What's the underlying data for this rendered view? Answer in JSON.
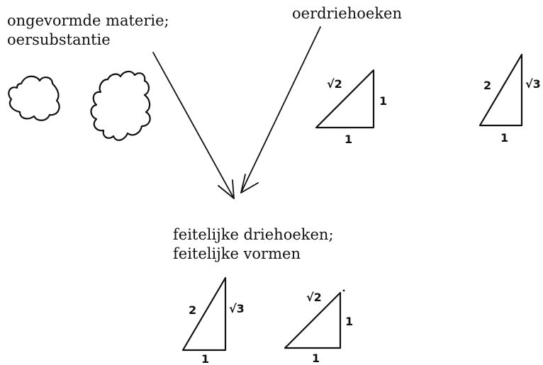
{
  "captions": {
    "raw_matter_line1": "ongevormde materie;",
    "raw_matter_line2": "oersubstantie",
    "primal_triangles": "oerdriehoeken",
    "actual_line1": "feitelijke driehoeken;",
    "actual_line2": "feitelijke vormen"
  },
  "triangle_labels": {
    "isosceles": {
      "hypotenuse": "√2",
      "leg_vertical": "1",
      "leg_horizontal": "1"
    },
    "half_equilateral": {
      "hypotenuse": "2",
      "leg_vertical": "√3",
      "leg_horizontal": "1"
    }
  },
  "colors": {
    "ink": "#111111",
    "background": "#ffffff"
  }
}
